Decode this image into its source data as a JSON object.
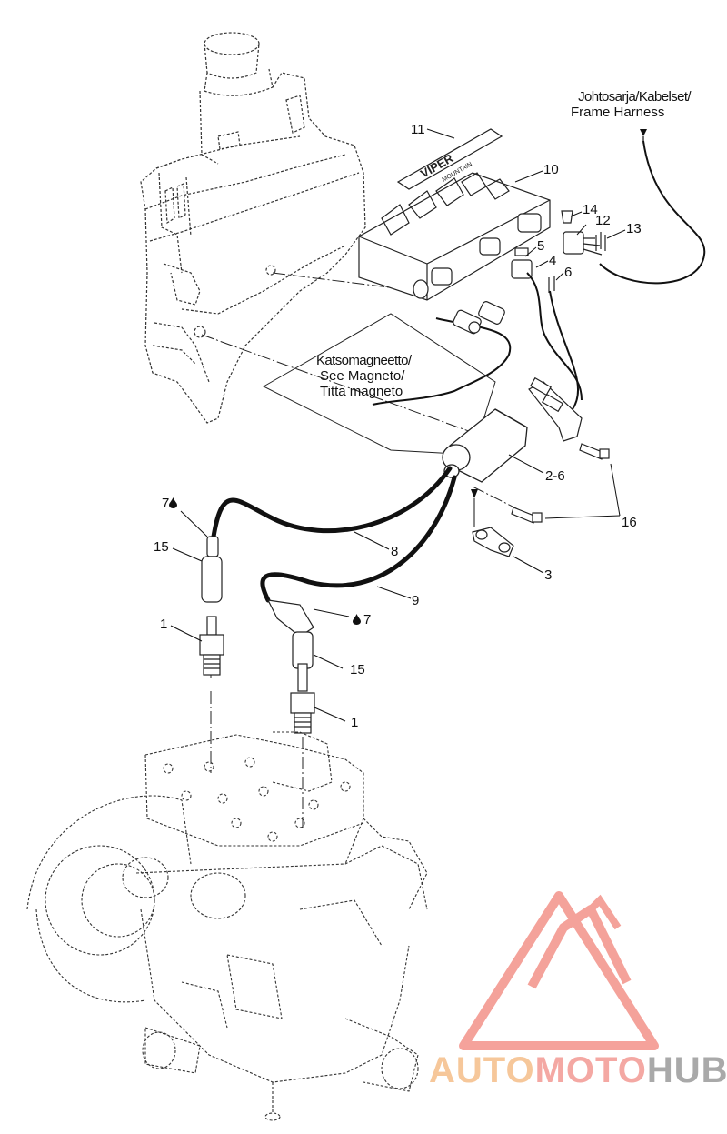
{
  "diagram": {
    "callouts": {
      "n1a": "1",
      "n1b": "1",
      "n2_6": "2-6",
      "n3": "3",
      "n4": "4",
      "n5": "5",
      "n6": "6",
      "n7a": "7",
      "n7b": "7",
      "n8": "8",
      "n9": "9",
      "n10": "10",
      "n11": "11",
      "n12": "12",
      "n13": "13",
      "n14": "14",
      "n15a": "15",
      "n15b": "15",
      "n16": "16"
    },
    "harness_note": {
      "line1": "Johtosarja/Kabelset/",
      "line2": "Frame Harness"
    },
    "magneto_note": {
      "line1": "Katsomagneetto/",
      "line2": "See Magneto/",
      "line3": "Titta magneto"
    },
    "decal_text": "VIPER",
    "decal_subtext": "MOUNTAIN"
  },
  "watermark": {
    "part1": "AUTO",
    "part2": "MOTO",
    "part3": "HUB",
    "colors": {
      "auto": "#f6c79a",
      "moto": "#f4a8a3",
      "hub": "#a9a9a9",
      "mark": "#f28b82"
    }
  }
}
